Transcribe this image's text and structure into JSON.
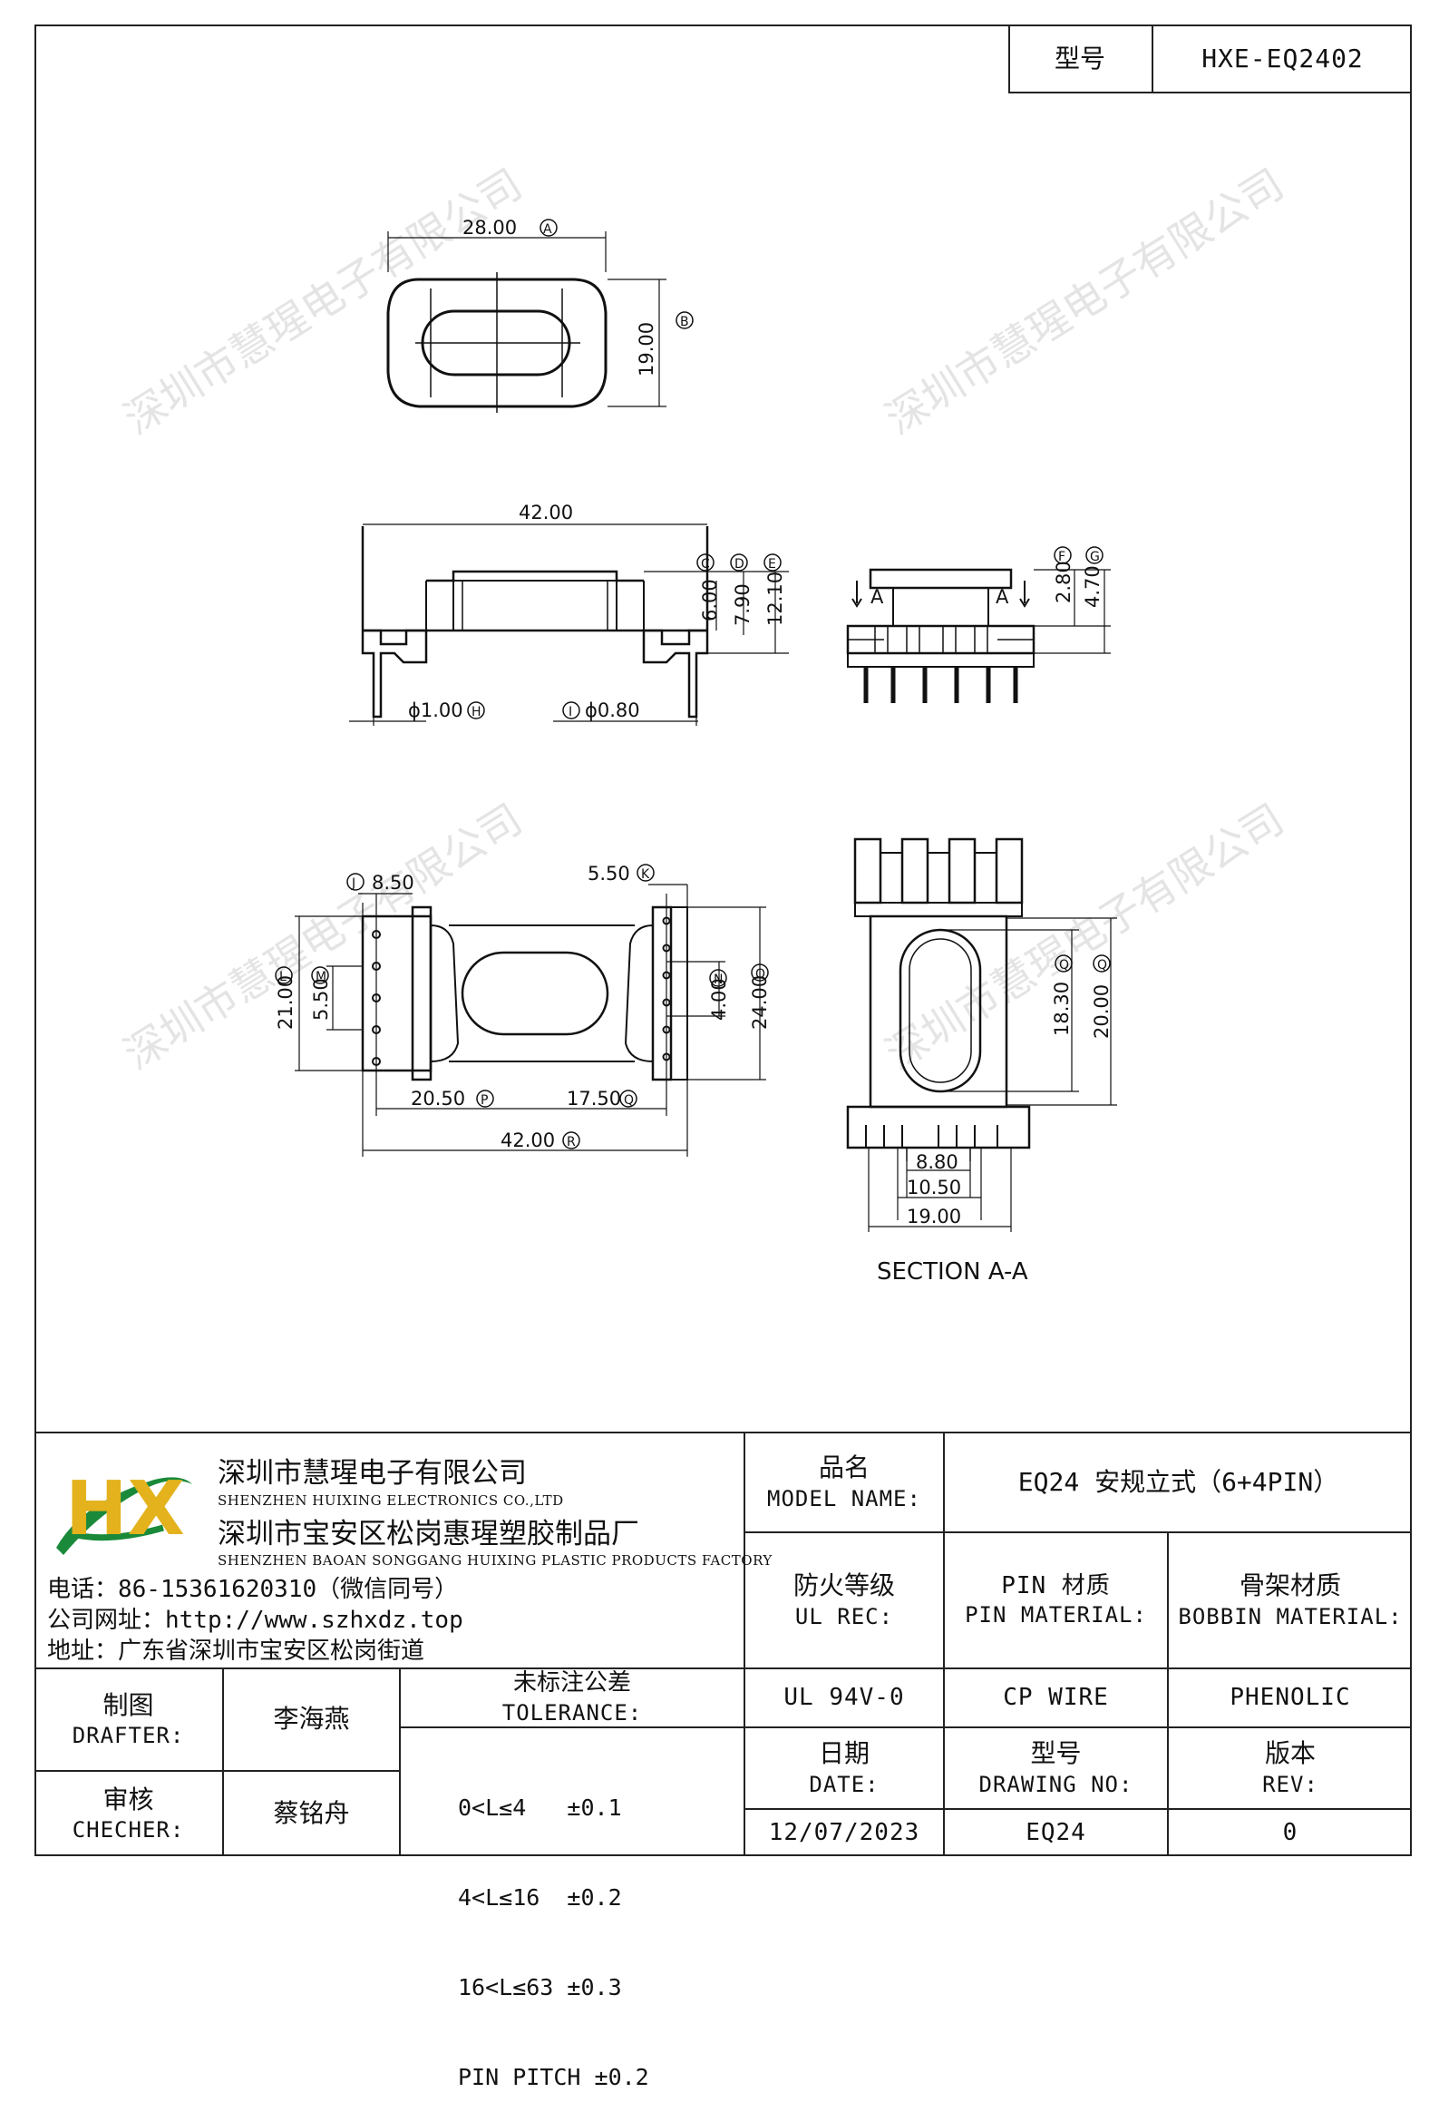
{
  "header": {
    "model_label": "型号",
    "model_value": "HXE-EQ2402"
  },
  "drawing": {
    "top_view": {
      "width": "28.00",
      "height": "19.00",
      "ref_a": "A",
      "ref_b": "B"
    },
    "side_view": {
      "length": "42.00",
      "d1": "6.00",
      "d2": "7.90",
      "d3": "12.10",
      "ref_c": "C",
      "ref_d": "D",
      "ref_e": "E",
      "pin_dia1": "ϕ1.00",
      "ref_h": "H",
      "pin_dia2": "ϕ0.80",
      "ref_i": "I"
    },
    "end_view": {
      "f": "2.80",
      "g": "4.70",
      "ref_f": "F",
      "ref_g": "G",
      "section_mark": "A"
    },
    "bottom_view": {
      "j": "8.50",
      "ref_j": "J",
      "k": "5.50",
      "ref_k": "K",
      "l": "21.00",
      "ref_l": "L",
      "m": "5.50",
      "ref_m": "M",
      "n": "4.00",
      "ref_n": "N",
      "o": "24.00",
      "ref_o": "O",
      "p": "20.50",
      "ref_p": "P",
      "q": "17.50",
      "ref_q": "Q",
      "r": "42.00",
      "ref_r": "R"
    },
    "section_view": {
      "a": "18.30",
      "b": "20.00",
      "c": "8.80",
      "d": "10.50",
      "e": "19.00",
      "ref": "Q",
      "caption": "SECTION A-A"
    },
    "watermark": "深圳市慧瑆电子有限公司"
  },
  "title_block": {
    "company_cn": "深圳市慧瑆电子有限公司",
    "company_en": "SHENZHEN HUIXING ELECTRONICS CO.,LTD",
    "factory_cn": "深圳市宝安区松岗惠瑆塑胶制品厂",
    "factory_en": "SHENZHEN BAOAN SONGGANG HUIXING PLASTIC PRODUCTS FACTORY",
    "phone": "电话：86-15361620310（微信同号）",
    "website": "公司网址：http://www.szhxdz.top",
    "address": "地址：广东省深圳市宝安区松岗街道",
    "logo_text": "HX",
    "model_name_cn": "品名",
    "model_name_en": "MODEL NAME:",
    "model_name_value": "EQ24 安规立式（6+4PIN）",
    "ul_cn": "防火等级",
    "ul_en": "UL REC:",
    "ul_value": "UL 94V-0",
    "pin_cn": "PIN 材质",
    "pin_en": "PIN MATERIAL:",
    "pin_value": "CP WIRE",
    "bobbin_cn": "骨架材质",
    "bobbin_en": "BOBBIN MATERIAL:",
    "bobbin_value": "PHENOLIC",
    "drafter_cn": "制图",
    "drafter_en": "DRAFTER:",
    "drafter_value": "李海燕",
    "checker_cn": "审核",
    "checker_en": "CHECHER:",
    "checker_value": "蔡铭舟",
    "tolerance_cn": "未标注公差",
    "tolerance_en": "TOLERANCE:",
    "tolerance_lines": [
      "0<L≤4   ±0.1",
      "4<L≤16  ±0.2",
      "16<L≤63 ±0.3",
      "PIN PITCH ±0.2"
    ],
    "date_cn": "日期",
    "date_en": "DATE:",
    "date_value": "12/07/2023",
    "drawing_no_cn": "型号",
    "drawing_no_en": "DRAWING NO:",
    "drawing_no_value": "EQ24",
    "rev_cn": "版本",
    "rev_en": "REV:",
    "rev_value": "0"
  }
}
